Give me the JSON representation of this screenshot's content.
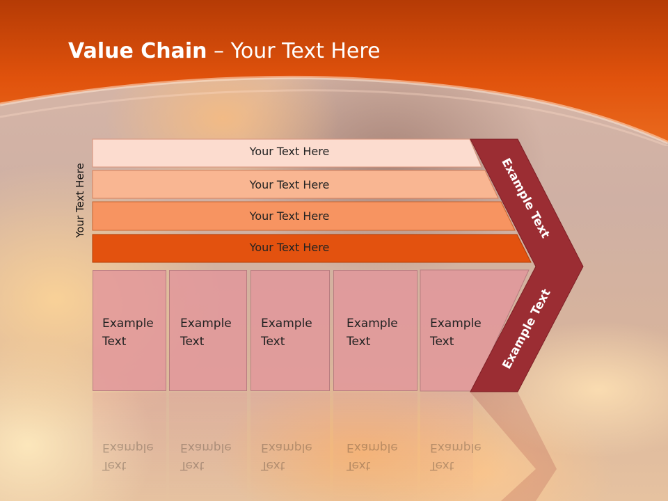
{
  "slide": {
    "title_bold": "Value Chain",
    "title_rest": " – Your Text Here",
    "side_label": "Your Text Here"
  },
  "bars": [
    {
      "label": "Your Text Here",
      "color": "#fcdccf"
    },
    {
      "label": "Your Text Here",
      "color": "#f9b692"
    },
    {
      "label": "Your Text Here",
      "color": "#f79461"
    },
    {
      "label": "Your Text Here",
      "color": "#e3520f"
    }
  ],
  "boxes": [
    {
      "line1": "Example",
      "line2": "Text"
    },
    {
      "line1": "Example",
      "line2": "Text"
    },
    {
      "line1": "Example",
      "line2": "Text"
    },
    {
      "line1": "Example",
      "line2": "Text"
    },
    {
      "line1": "Example",
      "line2": "Text"
    }
  ],
  "chevron": {
    "upper_label": "Example Text",
    "lower_label": "Example Text",
    "color": "#9b2d33"
  },
  "colors": {
    "header_orange": "#e0520c",
    "box_pink": "#e2969b"
  }
}
